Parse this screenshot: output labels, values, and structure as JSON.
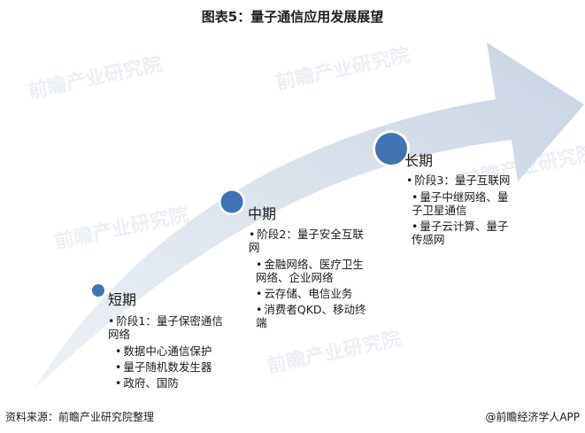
{
  "title": "图表5：量子通信应用发展展望",
  "stages": [
    {
      "label": "短期",
      "phase": "阶段1：量子保密通信网络",
      "items": [
        "数据中心通信保护",
        "量子随机数发生器",
        "政府、国防"
      ]
    },
    {
      "label": "中期",
      "phase": "阶段2：量子安全互联网",
      "items": [
        "金融网络、医疗卫生网络、企业网络",
        "云存储、电信业务",
        "消费者QKD、移动终端"
      ]
    },
    {
      "label": "长期",
      "phase": "阶段3：量子互联网",
      "items": [
        "量子中继网络、量子卫星通信",
        "量子云计算、量子传感网"
      ]
    }
  ],
  "watermark": "前瞻产业研究院",
  "footer": {
    "source": "资料来源：前瞻产业研究院整理",
    "brand": "@前瞻经济学人APP"
  },
  "colors": {
    "arrow": "#d7dfe9",
    "dot_fill": "#3f73b3",
    "dot_ring": "#ffffff"
  }
}
